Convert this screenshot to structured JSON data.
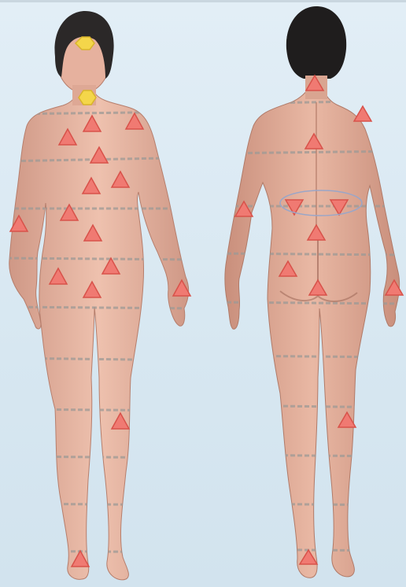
{
  "colors": {
    "background": "#d9e8f2",
    "skin": "#e8b7a4",
    "skin_shadow": "#c9907c",
    "hair": "#2a2a2a",
    "band": "#9c9a96",
    "triangle_marker": "#f07a72",
    "triangle_outline": "#d8524a",
    "hexagon_marker": "#f4d64a",
    "hexagon_outline": "#d9b52a",
    "oval_outline": "#9aa6c8"
  },
  "figures": [
    {
      "view": "front"
    },
    {
      "view": "back"
    }
  ],
  "markers": {
    "shape_names": [
      "triangle-marker",
      "hexagon-marker",
      "oval-marker"
    ]
  }
}
